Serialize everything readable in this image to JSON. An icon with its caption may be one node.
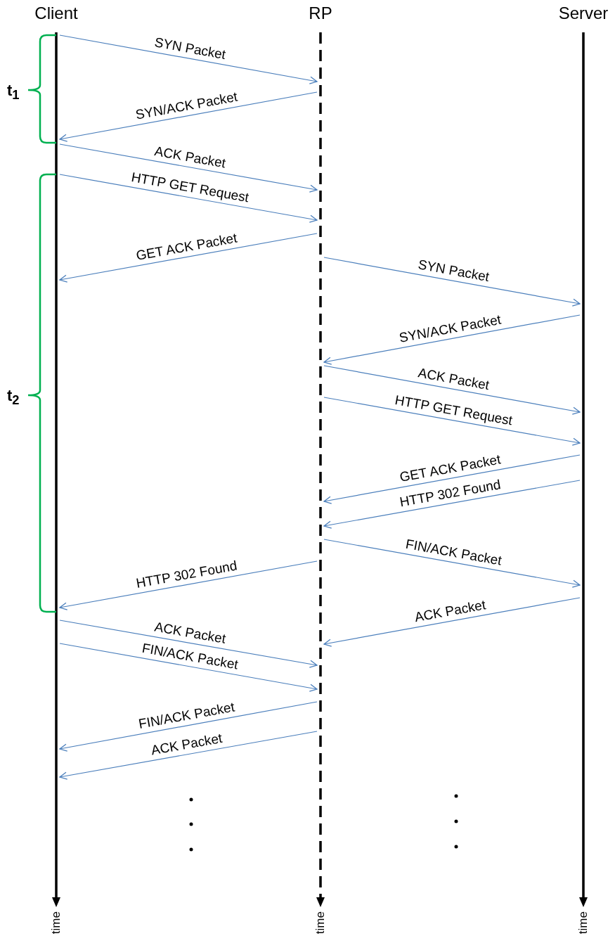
{
  "diagram": {
    "nodes": [
      {
        "text": [
          "Client"
        ]
      },
      {
        "text": [
          "RP"
        ]
      },
      {
        "text": [
          "Server"
        ]
      }
    ],
    "edges": [
      {
        "from": 0,
        "to": 1,
        "arrow": "to",
        "label": "SYN Packet"
      },
      {
        "from": 1,
        "to": 0,
        "arrow": "to",
        "label": "SYN/ACK Packet"
      },
      {
        "from": 0,
        "to": 1,
        "arrow": "to",
        "label": "ACK Packet"
      },
      {
        "from": 0,
        "to": 1,
        "arrow": "to",
        "label": "HTTP GET Request"
      },
      {
        "from": 1,
        "to": 0,
        "arrow": "to",
        "label": "GET ACK Packet"
      },
      {
        "from": 1,
        "to": 2,
        "arrow": "to",
        "label": "SYN Packet"
      },
      {
        "from": 2,
        "to": 1,
        "arrow": "to",
        "label": "SYN/ACK Packet"
      },
      {
        "from": 1,
        "to": 2,
        "arrow": "to",
        "label": "ACK Packet"
      },
      {
        "from": 1,
        "to": 2,
        "arrow": "to",
        "label": "HTTP GET Request"
      },
      {
        "from": 2,
        "to": 1,
        "arrow": "to",
        "label": "GET ACK Packet"
      },
      {
        "from": 2,
        "to": 1,
        "arrow": "to",
        "label": "HTTP 302 Found"
      },
      {
        "from": 1,
        "to": 2,
        "arrow": "to",
        "label": "FIN/ACK Packet"
      },
      {
        "from": 1,
        "to": 0,
        "arrow": "to",
        "label": "HTTP 302 Found"
      },
      {
        "from": 2,
        "to": 1,
        "arrow": "to",
        "label": "ACK Packet"
      },
      {
        "from": 0,
        "to": 1,
        "arrow": "to",
        "label": "ACK Packet"
      },
      {
        "from": 0,
        "to": 1,
        "arrow": "to",
        "label": "FIN/ACK Packet"
      },
      {
        "from": 1,
        "to": 0,
        "arrow": "to",
        "label": "FIN/ACK Packet"
      },
      {
        "from": 1,
        "to": 0,
        "arrow": "to",
        "label": "ACK Packet"
      }
    ],
    "labels": [
      "t$_{1}$",
      "t$_{2}$",
      "time",
      "time",
      "time"
    ]
  }
}
